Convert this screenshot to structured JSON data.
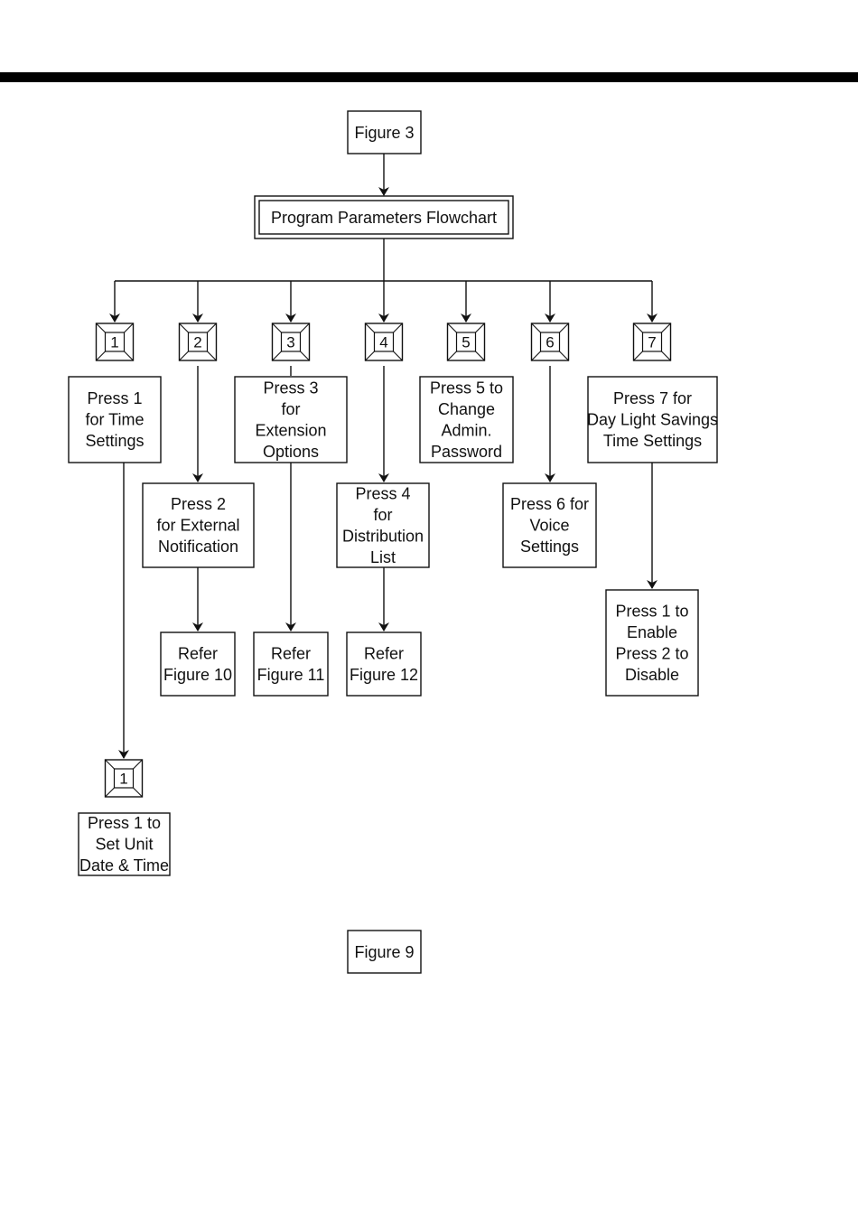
{
  "header_rule_color": "#000000",
  "top_ref": "Figure 3",
  "title": "Program Parameters Flowchart",
  "bottom_ref": "Figure 9",
  "keys": [
    {
      "label": "1",
      "lines": [
        "Press 1",
        "for Time",
        "Settings"
      ]
    },
    {
      "label": "2",
      "lines": [
        "Press 2",
        "for External",
        "Notification"
      ]
    },
    {
      "label": "3",
      "lines": [
        "Press 3",
        "for",
        "Extension",
        "Options"
      ]
    },
    {
      "label": "4",
      "lines": [
        "Press 4",
        "for",
        "Distribution",
        "List"
      ]
    },
    {
      "label": "5",
      "lines": [
        "Press 5 to",
        "Change",
        "Admin.",
        "Password"
      ]
    },
    {
      "label": "6",
      "lines": [
        "Press 6 for",
        "Voice",
        "Settings"
      ]
    },
    {
      "label": "7",
      "lines": [
        "Press 7 for",
        "Day Light Savings",
        "Time Settings"
      ]
    }
  ],
  "refers": [
    {
      "lines": [
        "Refer",
        "Figure 10"
      ]
    },
    {
      "lines": [
        "Refer",
        "Figure 11"
      ]
    },
    {
      "lines": [
        "Refer",
        "Figure 12"
      ]
    }
  ],
  "dst_box": {
    "lines": [
      "Press 1 to",
      "Enable",
      "Press 2 to",
      "Disable"
    ]
  },
  "sub_key": {
    "label": "1",
    "lines": [
      "Press 1 to",
      "Set Unit",
      "Date & Time"
    ]
  }
}
